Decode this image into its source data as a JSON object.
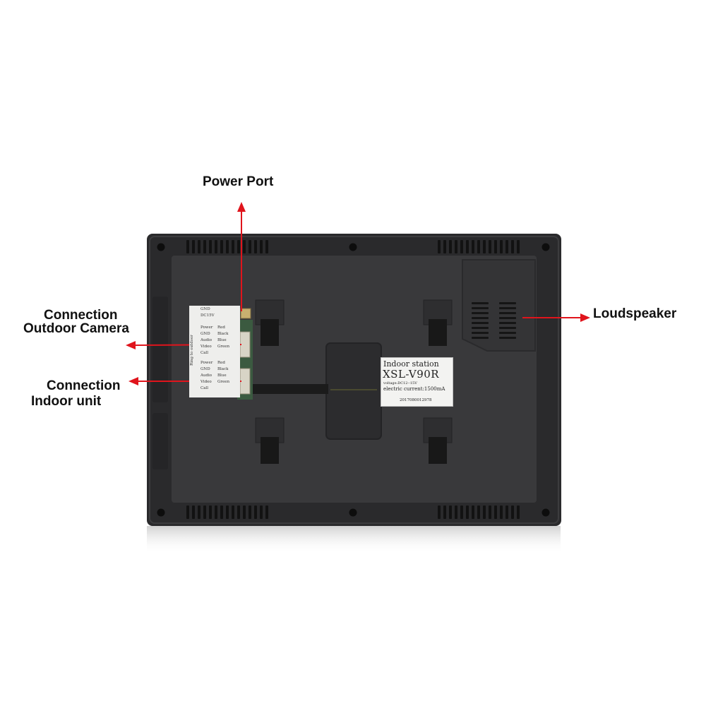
{
  "callouts": {
    "power_port": "Power Port",
    "camera_line1": "Connection",
    "camera_line2": "Outdoor Camera",
    "indoor_line1": "Connection",
    "indoor_line2": "Indoor unit",
    "loudspeaker": "Loudspeaker"
  },
  "device_label": {
    "title": "Indoor station",
    "model": "XSL-V90R",
    "voltage": "voltage:DC12--15V",
    "current": "electric current:1500mA",
    "serial": "2017080012978"
  },
  "wiring_label": {
    "gnd": "GND",
    "dc": "DC15V",
    "rows": [
      "Power",
      "GND",
      "Audio",
      "Video",
      "Call",
      "Power",
      "GND",
      "Audio",
      "Video",
      "Call"
    ],
    "wire_colors": [
      "Red",
      "Black",
      "Blue",
      "Green",
      "Red",
      "Black",
      "Blue",
      "Green"
    ],
    "ring": "Ring to outdoor"
  },
  "colors": {
    "arrow": "#e0141c",
    "device_body": "#2b2b2d",
    "device_panel": "#3a3a3c"
  }
}
